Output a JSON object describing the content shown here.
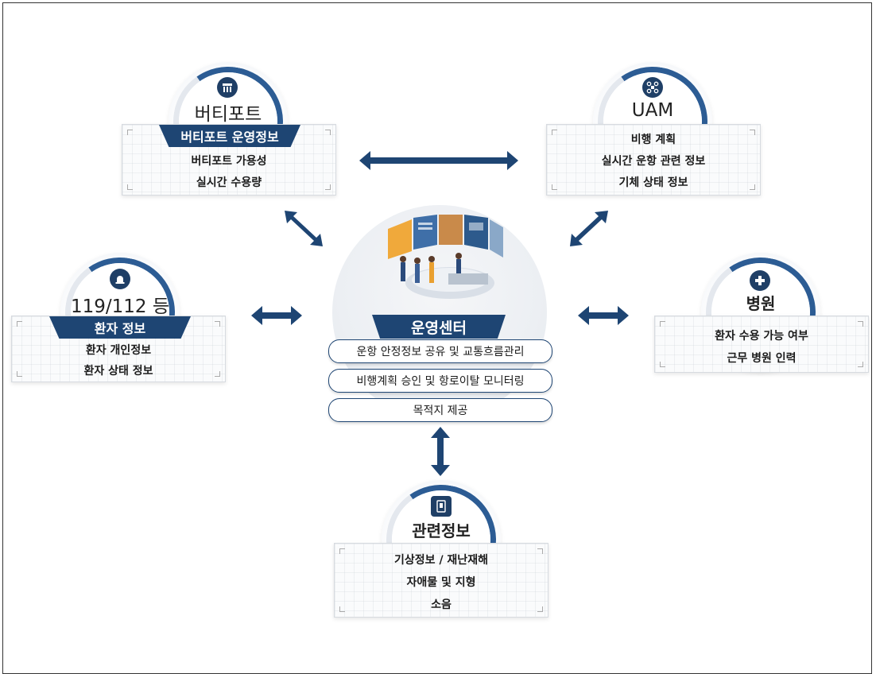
{
  "vertiport": {
    "title": "버티포트",
    "ribbon": "버티포트 운영정보",
    "items": [
      "버티포트 가용성",
      "실시간 수용량"
    ]
  },
  "uam": {
    "title": "UAM",
    "items": [
      "비행 계획",
      "실시간 운항 관련 정보",
      "기체 상태 정보"
    ]
  },
  "emergency": {
    "title": "119/112 등",
    "ribbon": "환자 정보",
    "items": [
      "환자 개인정보",
      "환자 상태 정보"
    ]
  },
  "hospital": {
    "title": "병원",
    "items": [
      "환자 수용 가능 여부",
      "근무 병원 인력"
    ]
  },
  "center": {
    "title": "운영센터",
    "functions": [
      "운항 안정정보 공유 및 교통흐름관리",
      "비행계획 승인 및 항로이탈 모니터링",
      "목적지 제공"
    ]
  },
  "related": {
    "title": "관련정보",
    "items": [
      "기상정보 / 재난재해",
      "자애물 및 지형",
      "소음"
    ]
  },
  "colors": {
    "primary": "#1e4573",
    "ring": "#2c5c94",
    "arrow": "#1e4573"
  },
  "icons": {
    "vertiport": "vertiport-icon",
    "uam": "drone-icon",
    "emergency": "siren-icon",
    "hospital": "medical-cross-icon",
    "related": "document-icon"
  }
}
